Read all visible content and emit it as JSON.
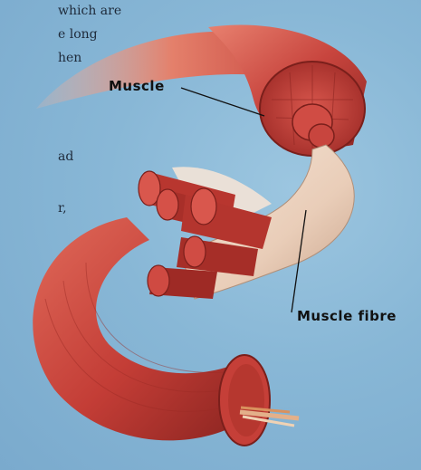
{
  "body_text": {
    "lines": [
      "which are",
      "e long",
      "hen",
      "ad",
      "r,"
    ]
  },
  "labels": {
    "muscle": "Muscle",
    "muscle_fibre": "Muscle fibre"
  },
  "colors": {
    "background": "#88b7d6",
    "muscle_red": "#c8453e",
    "muscle_dark": "#8e2622",
    "fibre_pale": "#eed9c8",
    "text": "#1e2a3a"
  }
}
